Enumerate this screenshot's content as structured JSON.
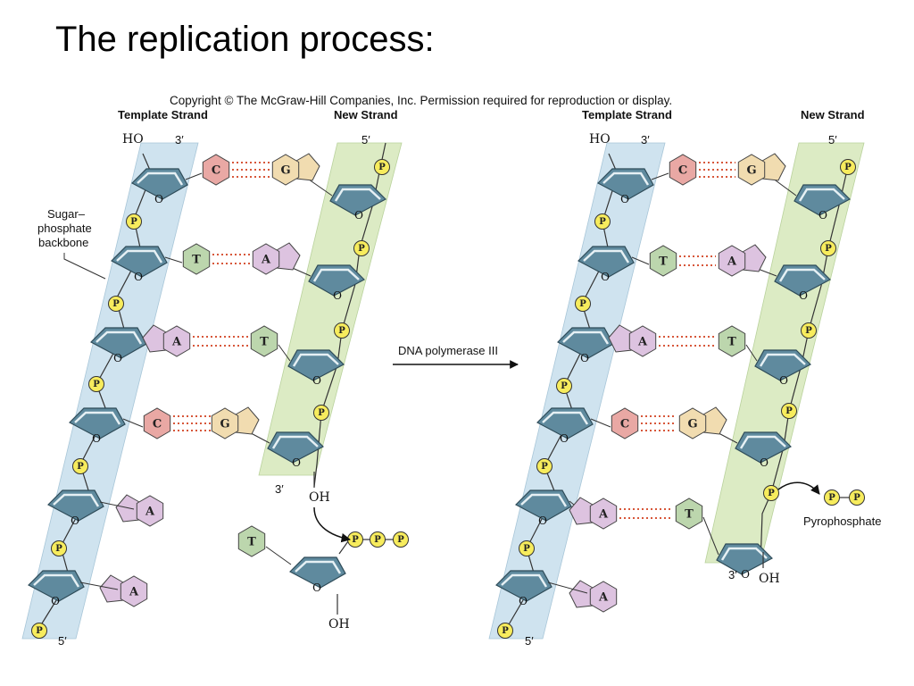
{
  "title": "The replication process:",
  "copyright": "Copyright © The McGraw-Hill Companies, Inc. Permission required for reproduction or display.",
  "panels": {
    "left": {
      "template_strand": "Template Strand",
      "new_strand": "New Strand",
      "ho": "HO",
      "three_prime_top": "3′",
      "five_prime_top": "5′",
      "three_prime_new": "3′",
      "oh_new": "OH",
      "five_prime_bottom": "5′",
      "backbone_label": [
        "Sugar–",
        "phosphate",
        "backbone"
      ],
      "incoming_oh": "OH",
      "incoming_base": "T"
    },
    "right": {
      "template_strand": "Template Strand",
      "new_strand": "New Strand",
      "ho": "HO",
      "three_prime_top": "3′",
      "five_prime_top": "5′",
      "three_prime_new": "3′",
      "oh_new": "OH",
      "five_prime_bottom": "5′",
      "pyrophosphate": "Pyrophosphate"
    }
  },
  "arrow_label": "DNA polymerase III",
  "phosphate_symbol": "P",
  "bases": {
    "left_pairs": [
      [
        "C",
        "G"
      ],
      [
        "T",
        "A"
      ],
      [
        "A",
        "T"
      ],
      [
        "C",
        "G"
      ]
    ],
    "left_unpaired": [
      "A",
      "A"
    ],
    "right_pairs": [
      [
        "C",
        "G"
      ],
      [
        "T",
        "A"
      ],
      [
        "A",
        "T"
      ],
      [
        "C",
        "G"
      ],
      [
        "A",
        "T"
      ]
    ],
    "right_unpaired": [
      "A"
    ]
  },
  "colors": {
    "template_band": "#cfe3ef",
    "new_band": "#dcebc4",
    "sugar": "#5f8a9e",
    "C": "#e9a8a4",
    "G": "#f1dcb0",
    "T": "#bcd6ad",
    "A": "#ddc3e0",
    "phosphate": "#f7ec5d",
    "hbond": "#d7573a"
  }
}
